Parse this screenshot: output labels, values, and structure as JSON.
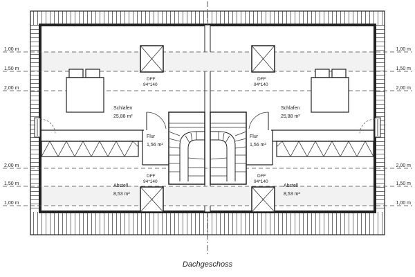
{
  "plan": {
    "caption": "Dachgeschoss",
    "level_marks": {
      "top": [
        "1,00 m",
        "1,50 m",
        "2,00 m"
      ],
      "bottom": [
        "2,00 m",
        "1,50 m",
        "1,00 m"
      ]
    },
    "left_unit": {
      "rooms": [
        {
          "key": "schlafen",
          "name": "Schlafen",
          "area": "25,88 m²"
        },
        {
          "key": "flur",
          "name": "Flur",
          "area": "1,56 m²"
        },
        {
          "key": "abstell",
          "name": "Abstell",
          "area": "8,53 m²"
        }
      ],
      "windows": [
        {
          "key": "top",
          "name": "DFF",
          "size": "94*140"
        },
        {
          "key": "bottom",
          "name": "DFF",
          "size": "94*140"
        }
      ]
    },
    "right_unit": {
      "rooms": [
        {
          "key": "schlafen",
          "name": "Schlafen",
          "area": "25,88 m²"
        },
        {
          "key": "flur",
          "name": "Flur",
          "area": "1,56 m²"
        },
        {
          "key": "abstell",
          "name": "Abstell",
          "area": "8,53 m²"
        }
      ],
      "windows": [
        {
          "key": "top",
          "name": "DFF",
          "size": "94*140"
        },
        {
          "key": "bottom",
          "name": "DFF",
          "size": "94*140"
        }
      ]
    }
  }
}
